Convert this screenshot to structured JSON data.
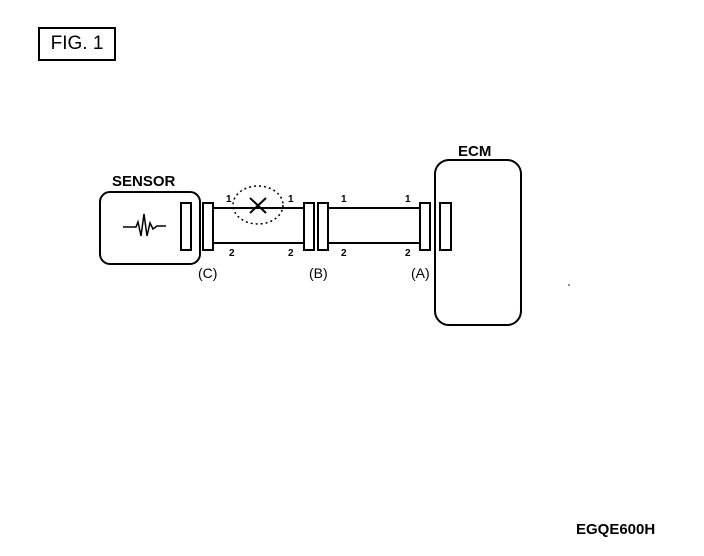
{
  "figure_label": "FIG. 1",
  "document_code": "EGQE600H",
  "components": {
    "sensor": "SENSOR",
    "ecm": "ECM"
  },
  "connectors": {
    "c": "(C)",
    "b": "(B)",
    "a": "(A)"
  },
  "pins": {
    "c_pin1": "1",
    "c_pin2": "2",
    "b_left_pin1": "1",
    "b_left_pin2": "2",
    "b_right_pin1": "1",
    "b_right_pin2": "2",
    "a_pin1": "1",
    "a_pin2": "2"
  },
  "fault": {
    "wire": "1",
    "segment": "C-B",
    "symbol": "X"
  }
}
